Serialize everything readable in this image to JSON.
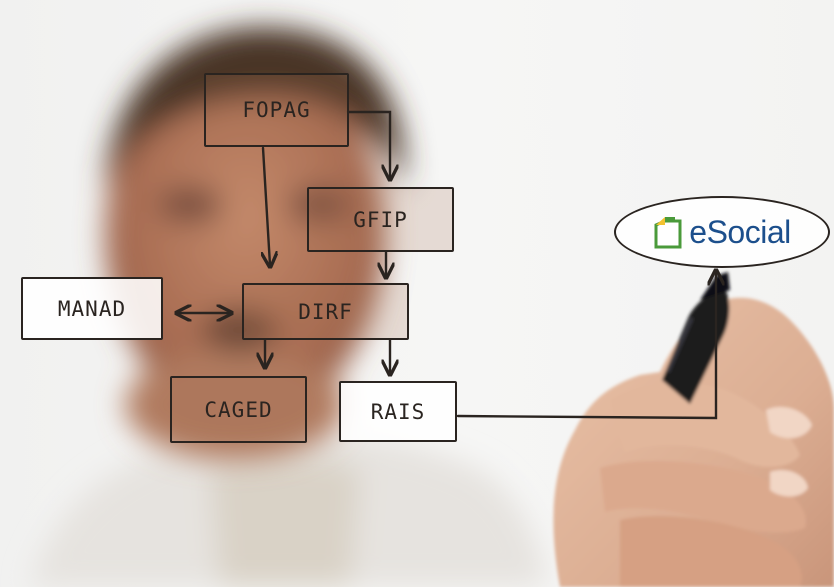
{
  "diagram": {
    "nodes": {
      "fopag": "FOPAG",
      "gfip": "GFIP",
      "dirf": "DIRF",
      "manad": "MANAD",
      "caged": "CAGED",
      "rais": "RAIS"
    },
    "edges": [
      [
        "FOPAG",
        "GFIP"
      ],
      [
        "FOPAG",
        "DIRF"
      ],
      [
        "GFIP",
        "DIRF"
      ],
      [
        "MANAD",
        "DIRF"
      ],
      [
        "DIRF",
        "CAGED"
      ],
      [
        "DIRF",
        "RAIS"
      ],
      [
        "RAIS",
        "eSocial"
      ]
    ]
  },
  "logo": {
    "text": "eSocial",
    "colors": {
      "word": "#1c4f8c",
      "doc_green": "#4a9a3a",
      "doc_yellow": "#f2c230"
    }
  }
}
